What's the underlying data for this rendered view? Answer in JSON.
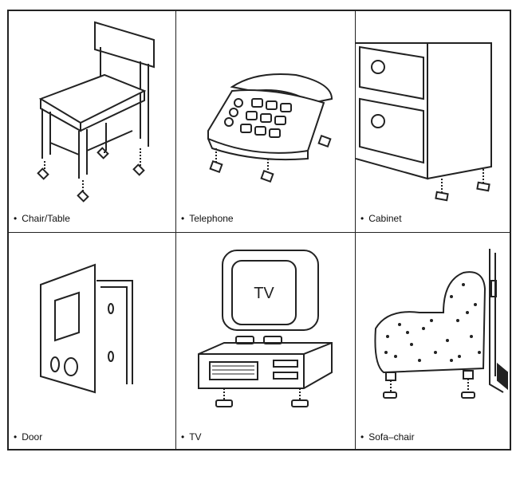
{
  "items": [
    {
      "label": "Chair/Table"
    },
    {
      "label": "Telephone"
    },
    {
      "label": "Cabinet"
    },
    {
      "label": "Door"
    },
    {
      "label": "TV",
      "screen_text": "TV"
    },
    {
      "label": "Sofa–chair"
    }
  ]
}
